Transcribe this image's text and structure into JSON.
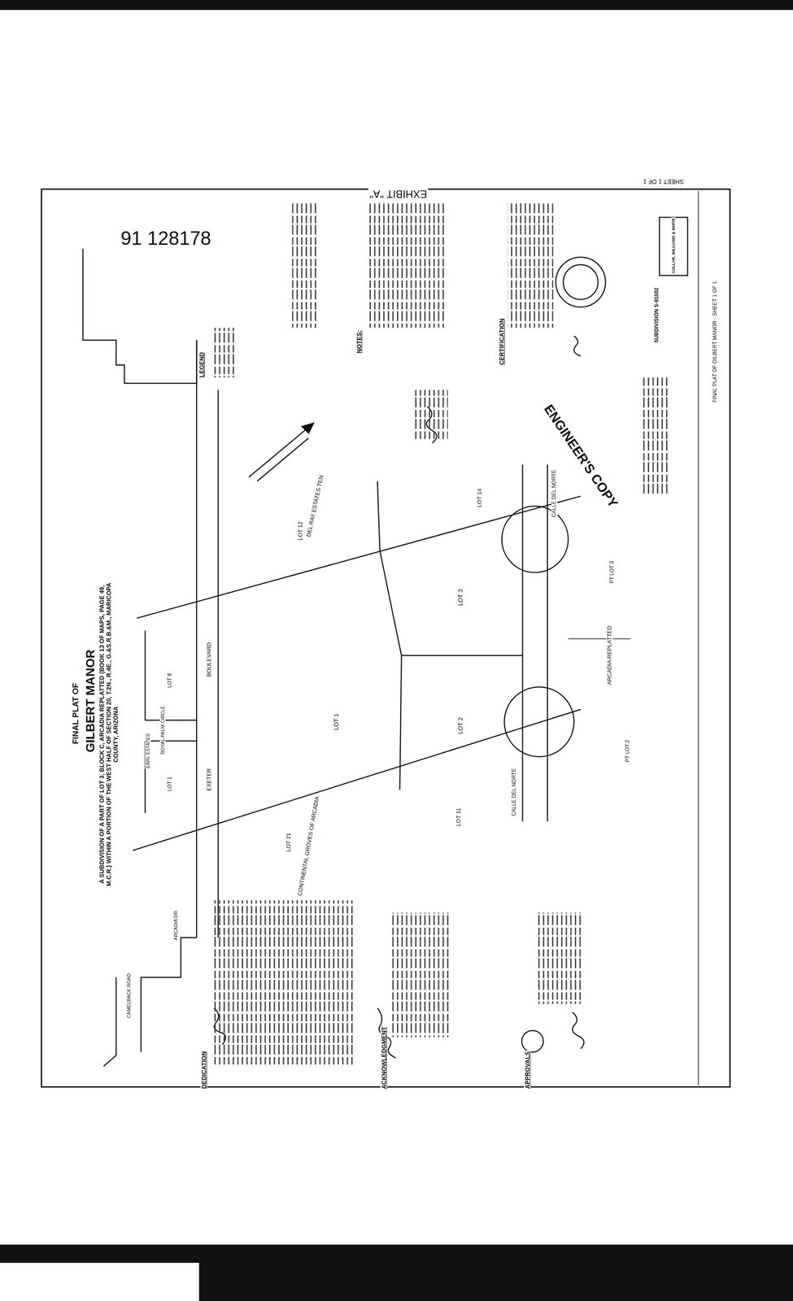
{
  "diagram": {
    "title": "GILBERT MANOR",
    "labels": [
      "EXHIBIT \"A\"",
      "SHEET 1 OF 1",
      "91 128178",
      "FINAL PLAT OF",
      "A SUBDIVISION OF A PART OF LOT 3, BLOCK C, ARCADIA REPLATTED (BOOK 13 OF MAPS, PAGE 49, M.C.R.) WITHIN A PORTION OF THE WEST HALF OF SECTION 20, T.2N., R.4E., G.&S.R.B.&M., MARICOPA COUNTY, ARIZONA",
      "LOT 1",
      "EARL ESTATES",
      "ROYAL PALM CIRCLE",
      "LOT 8",
      "EXETER",
      "BOULEVARD",
      "LOT 12",
      "DEL RAY ESTATES TEN",
      "LOT 1",
      "LOT 2",
      "LOT 3",
      "LOT 14",
      "LOT 21",
      "CONTINENTAL GROVES OF ARCADIA",
      "LOT 11",
      "CALLE DEL NORTE",
      "CALLE DEL NORTE",
      "PT LOT 3",
      "ARCADIA REPLATTED",
      "PT LOT 2",
      "ENGINEER'S COPY",
      "LEGEND",
      "NOTES:",
      "CERTIFICATION",
      "SUBDIVISION S-91002",
      "COLLAR, WILLIAMS & WHITE",
      "FINAL PLAT OF GILBERT MANOR - SHEET 1 OF 1",
      "DEDICATION",
      "ACKNOWLEDGMENT",
      "APPROVALS",
      "ARCADIA DR.",
      "CAMELBACK ROAD"
    ]
  }
}
